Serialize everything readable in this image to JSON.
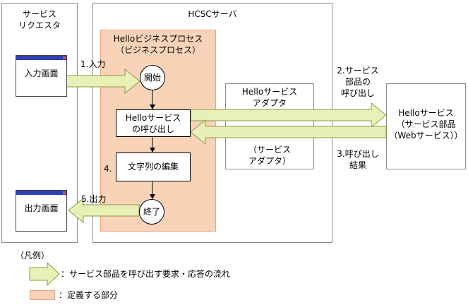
{
  "requester": {
    "title": "サービス\nリクエスタ",
    "input_screen": "入力画面",
    "output_screen": "出力画面"
  },
  "server": {
    "title": "HCSCサーバ"
  },
  "business_process": {
    "title": "Helloビジネスプロセス\n（ビジネスプロセス）",
    "start": "開始",
    "invoke": "Helloサービス\nの呼び出し",
    "edit": "文字列の編集",
    "end": "終了"
  },
  "adapter": {
    "top": "Helloサービス\nアダプタ",
    "bottom": "（サービス\nアダプタ）"
  },
  "service": {
    "label": "Helloサービス\n（サービス部品\n（Webサービス））"
  },
  "steps": {
    "s1": "1.入力",
    "s2": "2.サービス\n部品の\n呼び出し",
    "s3": "3.呼び出し\n結果",
    "s4": "4.",
    "s5": "5.出力"
  },
  "legend": {
    "title": "（凡例）",
    "arrow": "：サービス部品を呼び出す要求・応答の流れ",
    "area": "：定義する部分"
  },
  "colors": {
    "arrow_fill": "#e8f0b8",
    "arrow_stroke": "#8c9a3a",
    "area_fill": "#f9d3b8",
    "area_stroke": "#e7a47a"
  }
}
